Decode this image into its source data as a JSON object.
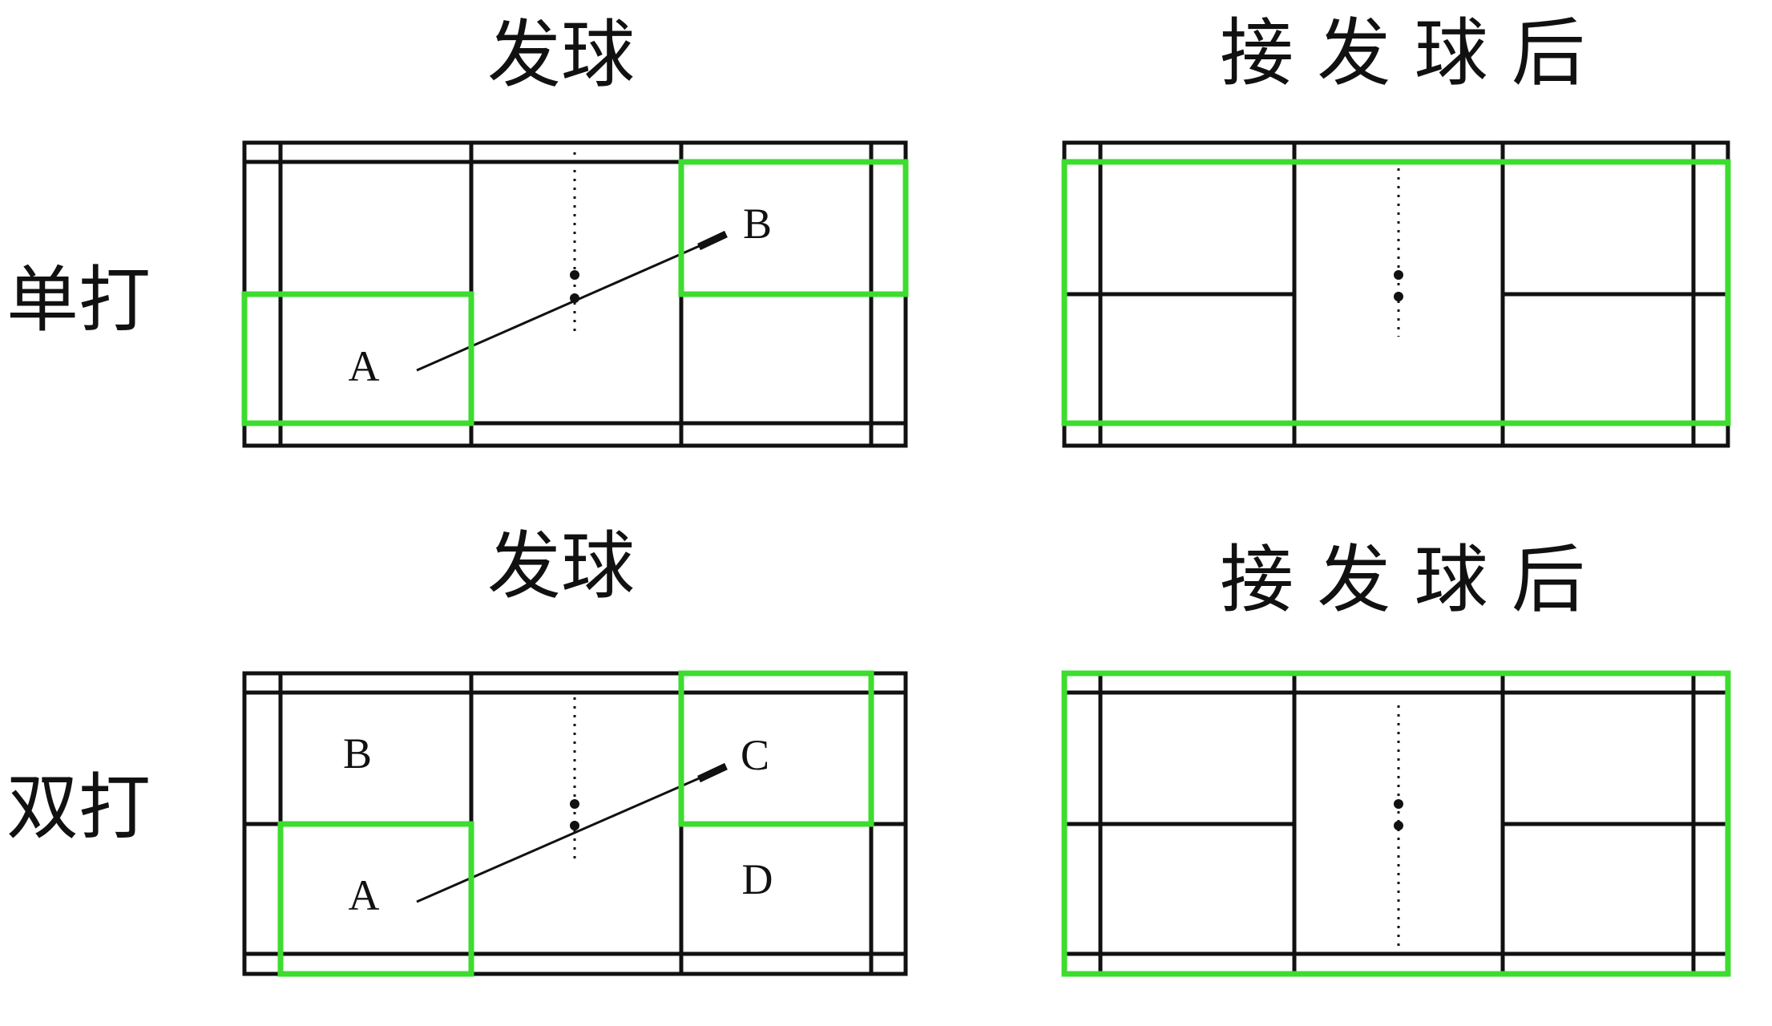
{
  "headings": {
    "serve_top": "发球",
    "after_top": "接 发 球 后",
    "serve_bottom": "发球",
    "after_bottom": "接 发 球 后"
  },
  "rows": {
    "singles": "单打",
    "doubles": "双打"
  },
  "points": {
    "singles_server": "A",
    "singles_receiver": "B",
    "doubles_a": "A",
    "doubles_b": "B",
    "doubles_c": "C",
    "doubles_d": "D"
  },
  "colors": {
    "court_line": "#111111",
    "highlight": "#3ddc2f",
    "background": "#ffffff"
  }
}
